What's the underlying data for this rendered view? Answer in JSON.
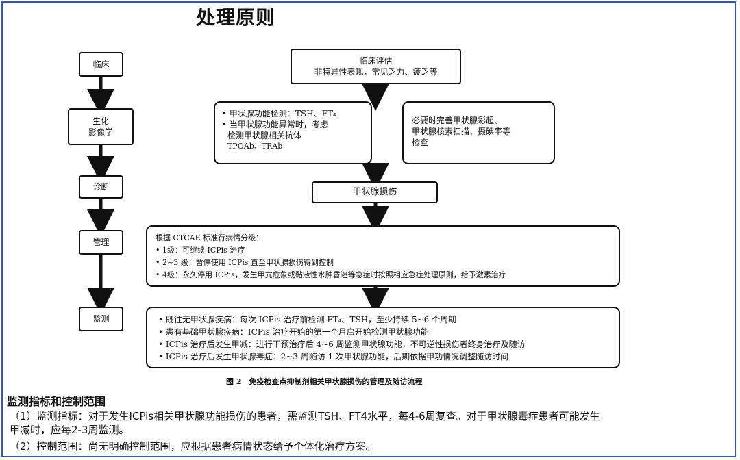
{
  "title": "处理原则",
  "left_steps": [
    {
      "lines": [
        "临床"
      ]
    },
    {
      "lines": [
        "生化",
        "影像学"
      ]
    },
    {
      "lines": [
        "诊断"
      ]
    },
    {
      "lines": [
        "管理"
      ]
    },
    {
      "lines": [
        "监测"
      ]
    }
  ],
  "clinical_eval": [
    "临床评估",
    "非特异性表现，常见乏力、疲乏等"
  ],
  "lab_box": [
    "• 甲状腺功能检测：TSH、FT₄",
    "• 当甲状腺功能异常时，考虑",
    "  检测甲状腺相关抗体",
    "  TPOAb、TRAb"
  ],
  "imaging_box": [
    "必要时完善甲状腺彩超、",
    "甲状腺核素扫描、摄碘率等",
    "检查"
  ],
  "diagnosis": "甲状腺损伤",
  "management_box": [
    "根据 CTCAE 标准行病情分级：",
    "• 1级：可继续 ICPis 治疗",
    "• 2~3 级：暂停使用 ICPis 直至甲状腺损伤得到控制",
    "• 4级：永久停用 ICPis，发生甲亢危象或黏液性水肿昏迷等急症时按照相应急症处理原则，给予激素治疗"
  ],
  "monitoring_box": [
    "• 既往无甲状腺疾病：每次 ICPis 治疗前检测 FT₄、TSH，至少持续 5~6 个周期",
    "• 患有基础甲状腺疾病：ICPis 治疗开始的第一个月启开始检测甲状腺功能",
    "• ICPis 治疗后发生甲减：进行干预治疗后 4~6 周监测甲状腺功能，不可逆性损伤者终身治疗及随访",
    "• ICPis 治疗后发生甲状腺毒症：2~3 周随访 1 次甲状腺功能，后期依据甲功情况调整随访时间"
  ],
  "caption": "图 2　免疫检查点抑制剂相关甲状腺损伤的管理及随访流程",
  "section_title": "监测指标和控制范围",
  "para1": {
    "label": "（1）监测指标：",
    "line1": "对于发生ICPis相关甲状腺功能损伤的患者，需监测TSH、FT4水平，每4-6周复查。对于甲状腺毒症患者可能发生",
    "line2": "甲减时，应每2-3周监测。"
  },
  "para2": {
    "label": "（2）控制范围：",
    "text": "尚无明确控制范围，应根据患者病情状态给予个体化治疗方案。"
  }
}
